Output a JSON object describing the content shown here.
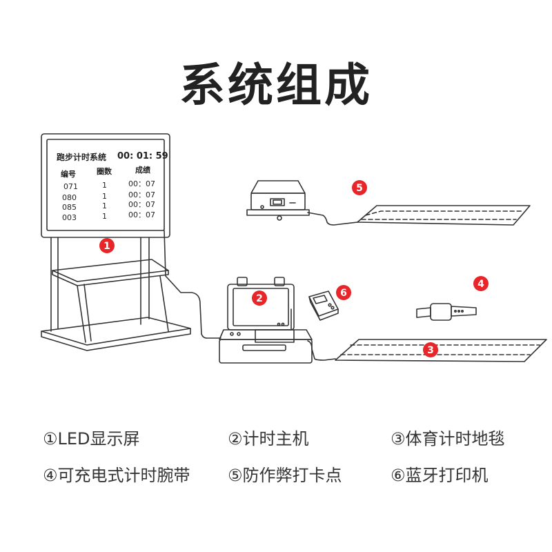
{
  "title": "系统组成",
  "colors": {
    "badge": "#e8262a",
    "line": "#333333"
  },
  "screen": {
    "title": "跑步计时系统",
    "time": "00: 01: 59",
    "headers": [
      "编号",
      "圈数",
      "成绩"
    ],
    "rows": [
      [
        "071",
        "1",
        "00：07"
      ],
      [
        "080",
        "1",
        "00：07"
      ],
      [
        "085",
        "1",
        "00：07"
      ],
      [
        "003",
        "1",
        "00：07"
      ]
    ]
  },
  "badges": [
    "1",
    "2",
    "3",
    "4",
    "5",
    "6"
  ],
  "legend": [
    "①LED显示屏",
    "②计时主机",
    "③体育计时地毯",
    "④可充电式计时腕带",
    "⑤防作弊打卡点",
    "⑥蓝牙打印机"
  ]
}
